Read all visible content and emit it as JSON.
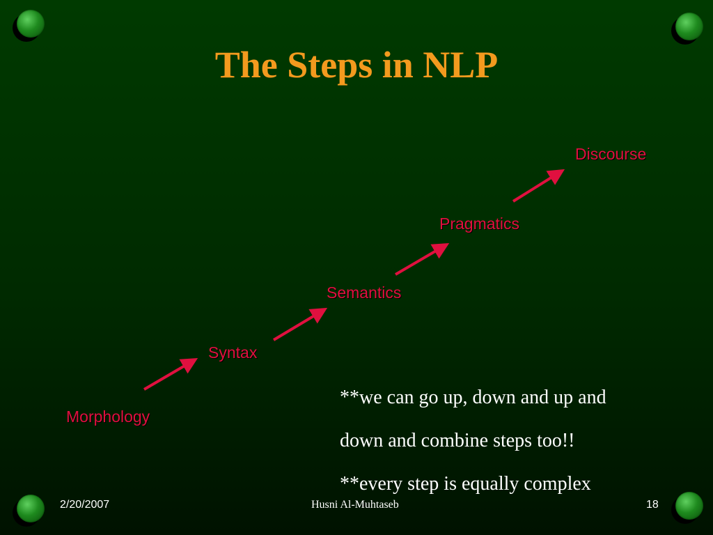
{
  "slide": {
    "title": "The Steps in NLP",
    "steps": [
      "Morphology",
      "Syntax",
      "Semantics",
      "Pragmatics",
      "Discourse"
    ],
    "notes": [
      "**we can go up, down and up and",
      "down and combine steps too!!",
      "**every step is equally complex"
    ],
    "footer": {
      "date": "2/20/2007",
      "author": "Husni Al-Muhtaseb",
      "page": "18"
    },
    "colors": {
      "title": "#f39a1e",
      "step": "#e0103f",
      "arrow": "#e0103f",
      "text": "#ffffff"
    },
    "icons": [
      "green-ball-icon"
    ]
  }
}
